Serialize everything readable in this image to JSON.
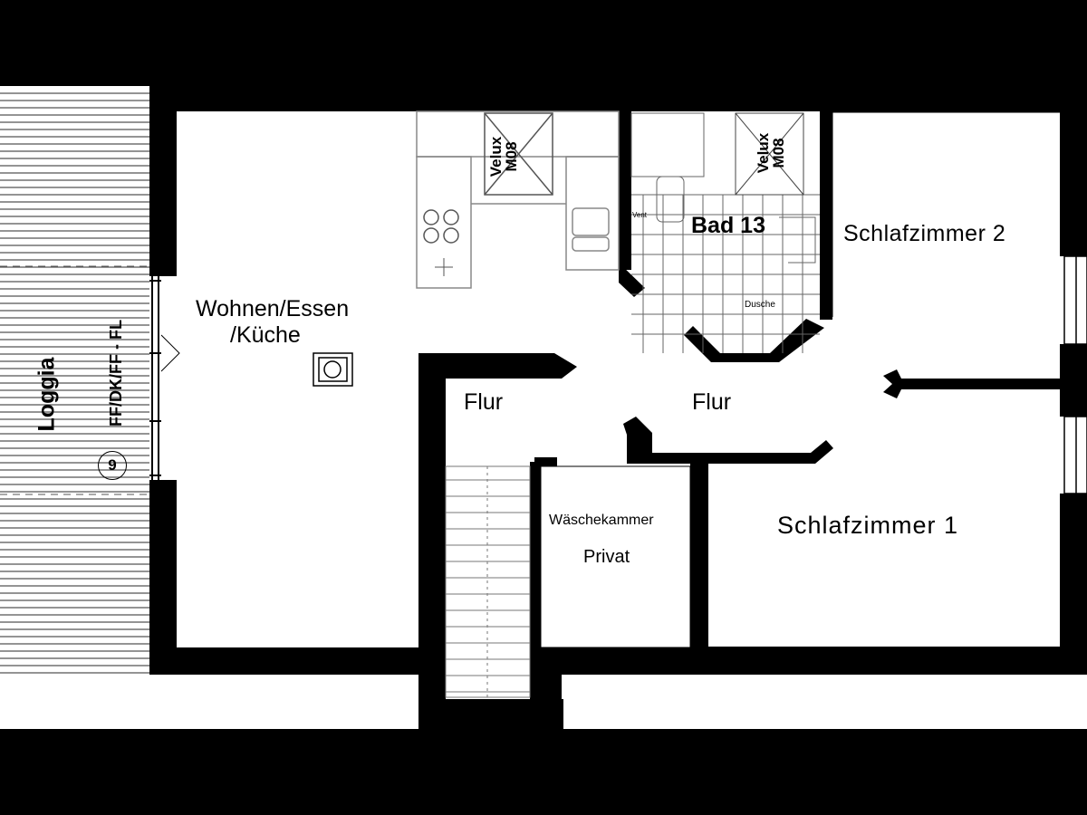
{
  "plan": {
    "rooms": {
      "wohnen_line1": "Wohnen/Essen",
      "wohnen_line2": "/Küche",
      "flur_left": "Flur",
      "flur_center": "Flur",
      "bad": "Bad 13",
      "dusche": "Dusche",
      "schlafzimmer2": "Schlafzimmer 2",
      "schlafzimmer1": "Schlafzimmer 1",
      "waschekammer": "Wäschekammer",
      "privat": "Privat",
      "loggia": "Loggia"
    },
    "annotations": {
      "window_code": "FF/DK/FF - FL",
      "window_number": "9",
      "velux1_line1": "Velux",
      "velux1_line2": "M08",
      "velux2_line1": "Velux",
      "velux2_line2": "M08",
      "vent": "Vent"
    },
    "colors": {
      "wall": "#000000",
      "floor": "#ffffff",
      "fixture": "#888888"
    }
  }
}
